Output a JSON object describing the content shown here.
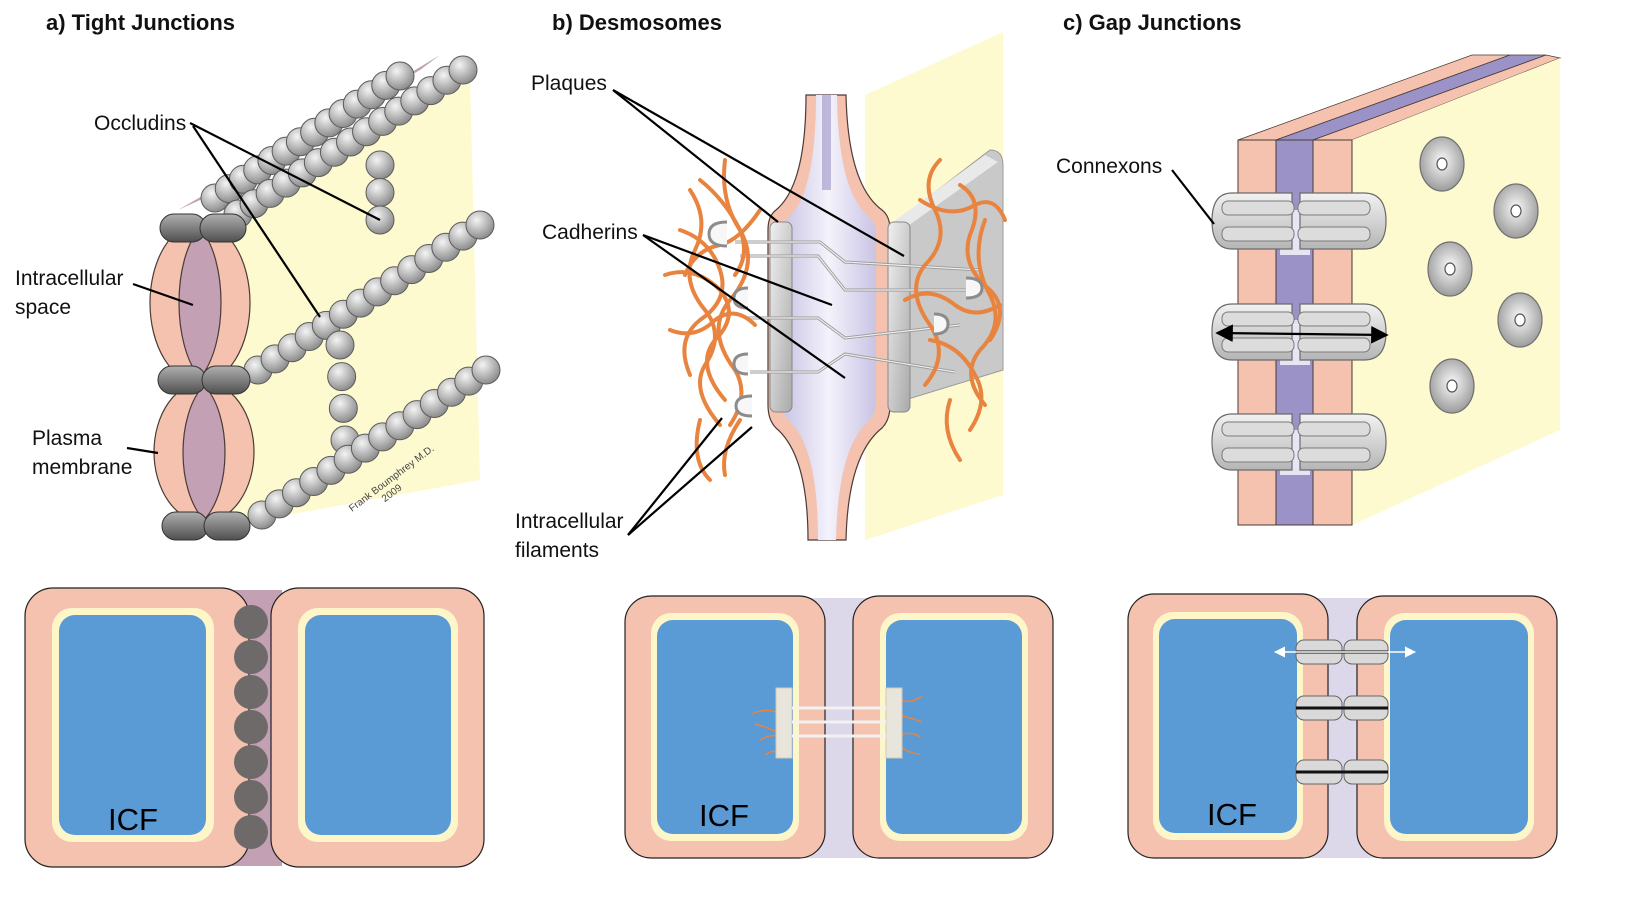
{
  "panels": {
    "a": {
      "title": "a) Tight Junctions",
      "labels": {
        "occludins": "Occludins",
        "intracellular_line1": "Intracellular",
        "intracellular_line2": "space",
        "plasma_line1": "Plasma",
        "plasma_line2": "membrane"
      },
      "credit_line1": "Frank Boumphrey M.D.",
      "credit_line2": "2009",
      "icf": "ICF"
    },
    "b": {
      "title": "b) Desmosomes",
      "labels": {
        "plaques": "Plaques",
        "cadherins": "Cadherins",
        "filaments_line1": "Intracellular",
        "filaments_line2": "filaments"
      },
      "icf": "ICF"
    },
    "c": {
      "title": "c) Gap Junctions",
      "labels": {
        "connexons": "Connexons"
      },
      "icf": "ICF"
    }
  },
  "colors": {
    "membrane": "#f4c2ae",
    "membrane_stroke": "#4a3b36",
    "intercellular_mauve": "#c3a0b4",
    "intercellular_lavender": "#ddd7ea",
    "gap_channel": "#9b93c8",
    "cell_face": "#fdfad0",
    "icf_blue": "#5b9bd5",
    "icf_rim": "#fdf6c8",
    "occludin_dark": "#707070",
    "filament_orange": "#e8843f"
  }
}
